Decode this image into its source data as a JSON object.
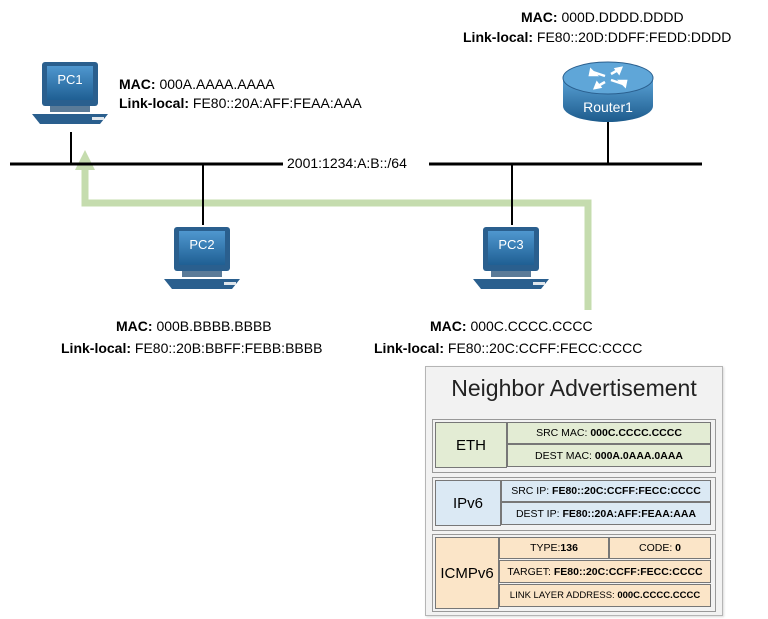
{
  "network": {
    "subnet": "2001:1234:A:B::/64"
  },
  "devices": {
    "pc1": {
      "name": "PC1",
      "mac_label": "MAC:",
      "mac": "000A.AAAA.AAAA",
      "ll_label": "Link-local:",
      "ll": "FE80::20A:AFF:FEAA:AAA"
    },
    "pc2": {
      "name": "PC2",
      "mac_label": "MAC:",
      "mac": "000B.BBBB.BBBB",
      "ll_label": "Link-local:",
      "ll": "FE80::20B:BBFF:FEBB:BBBB"
    },
    "pc3": {
      "name": "PC3",
      "mac_label": "MAC:",
      "mac": "000C.CCCC.CCCC",
      "ll_label": "Link-local:",
      "ll": "FE80::20C:CCFF:FECC:CCCC"
    },
    "router1": {
      "name": "Router1",
      "mac_label": "MAC:",
      "mac": "000D.DDDD.DDDD",
      "ll_label": "Link-local:",
      "ll": "FE80::20D:DDFF:FEDD:DDDD"
    }
  },
  "packet": {
    "title": "Neighbor Advertisement",
    "eth": {
      "header": "ETH",
      "src_label": "SRC MAC:",
      "src_value": "000C.CCCC.CCCC",
      "dst_label": "DEST MAC:",
      "dst_value": "000A.0AAA.0AAA"
    },
    "ipv6": {
      "header": "IPv6",
      "src_label": "SRC IP:",
      "src_value": "FE80::20C:CCFF:FECC:CCCC",
      "dst_label": "DEST IP:",
      "dst_value": "FE80::20A:AFF:FEAA:AAA"
    },
    "icmpv6": {
      "header": "ICMPv6",
      "type_label": "TYPE:",
      "type_value": "136",
      "code_label": "CODE:",
      "code_value": "0",
      "target_label": "TARGET:",
      "target_value": "FE80::20C:CCFF:FECC:CCCC",
      "lla_label": "LINK LAYER ADDRESS:",
      "lla_value": "000C.CCCC.CCCC"
    }
  },
  "colors": {
    "arrow": "#c5dcae",
    "node_blue": "#2f6fa3",
    "eth_fill": "#e3ecd4",
    "ipv6_fill": "#dbe9f4",
    "icmp_fill": "#fbe5c8"
  },
  "icons": [
    "pc-icon",
    "router-icon",
    "arrow-up-icon"
  ]
}
